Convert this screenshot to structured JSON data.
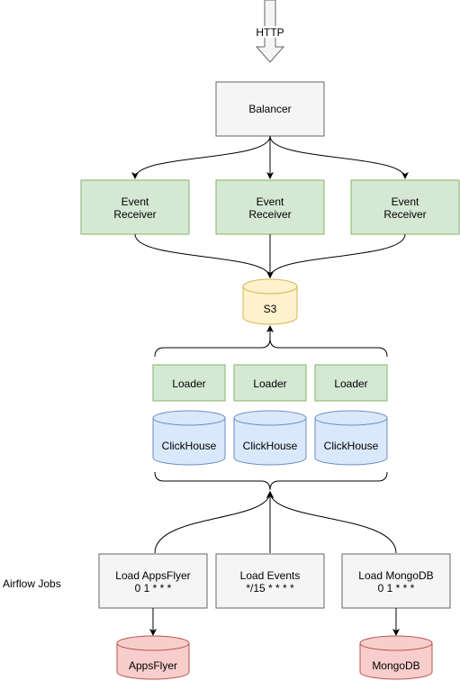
{
  "http_label": "HTTP",
  "balancer": "Balancer",
  "event_receivers": [
    [
      "Event",
      "Receiver"
    ],
    [
      "Event",
      "Receiver"
    ],
    [
      "Event",
      "Receiver"
    ]
  ],
  "s3": "S3",
  "loaders": [
    "Loader",
    "Loader",
    "Loader"
  ],
  "clickhouse": [
    "ClickHouse",
    "ClickHouse",
    "ClickHouse"
  ],
  "airflow_label": "Airflow Jobs",
  "jobs": [
    {
      "name": "Load AppsFlyer",
      "schedule": "0 1 * * *"
    },
    {
      "name": "Load Events",
      "schedule": "*/15 * * * *"
    },
    {
      "name": "Load MongoDB",
      "schedule": "0 1 * * *"
    }
  ],
  "sinks": [
    "AppsFlyer",
    "MongoDB"
  ],
  "colors": {
    "green_fill": "#d5e8d4",
    "green_stroke": "#82b366",
    "yellow_fill": "#fff2cc",
    "yellow_stroke": "#d6b656",
    "blue_fill": "#dae8fc",
    "blue_stroke": "#6c8ebf",
    "red_fill": "#f8cecc",
    "red_stroke": "#b85450",
    "gray_fill": "#f5f5f5",
    "gray_stroke": "#666666"
  }
}
